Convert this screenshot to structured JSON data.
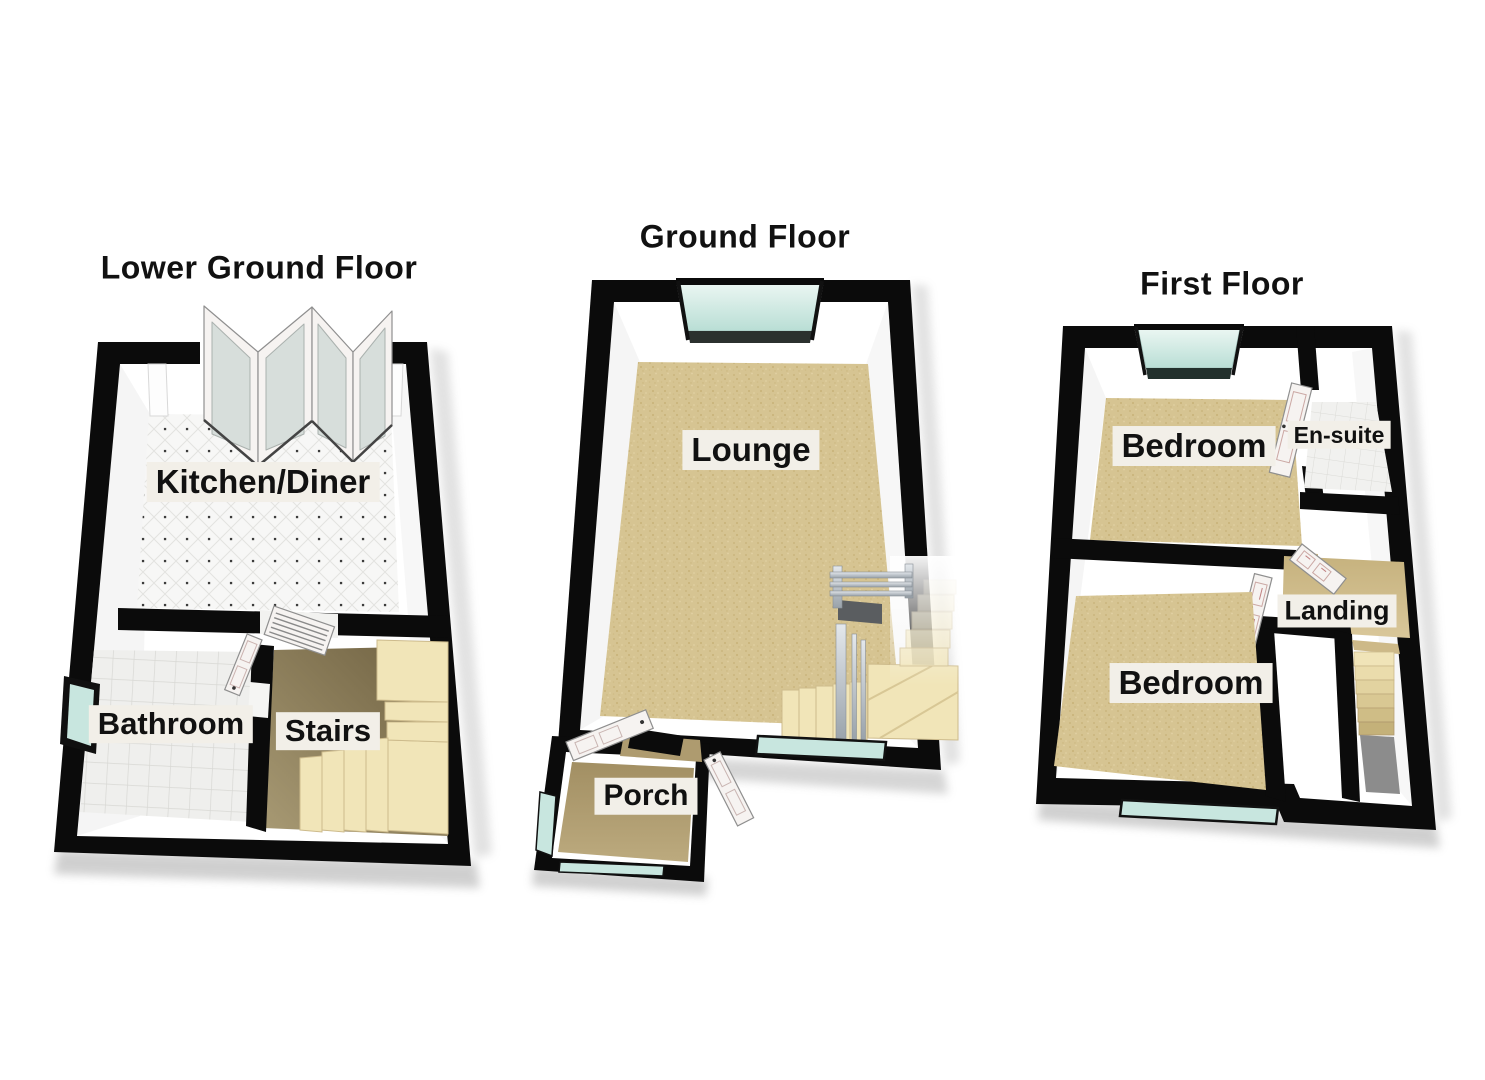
{
  "floors": [
    {
      "title": "Lower Ground Floor",
      "rooms": [
        {
          "name": "Kitchen/Diner"
        },
        {
          "name": "Bathroom"
        },
        {
          "name": "Stairs"
        }
      ]
    },
    {
      "title": "Ground Floor",
      "rooms": [
        {
          "name": "Lounge"
        },
        {
          "name": "Porch"
        }
      ]
    },
    {
      "title": "First Floor",
      "rooms": [
        {
          "name": "Bedroom"
        },
        {
          "name": "En-suite"
        },
        {
          "name": "Bedroom"
        },
        {
          "name": "Landing"
        }
      ]
    }
  ],
  "colors": {
    "wall": "#0B0B0B",
    "wall_face": "#FFFFFF",
    "carpet": "#D6C492",
    "kitchen_tile": "#F7F7F6",
    "bath_tile": "#EFEFED",
    "ensuite_tile": "#F1F1EF",
    "stairs_floor": "#8A7A52",
    "porch_floor": "#AE9B6F",
    "landing_floor": "#CDB988",
    "step": "#F1E5B8",
    "glass": "#C8E6DF",
    "door": "#F6F3F1",
    "railing": "#BFC4C9",
    "label_bg": "#F2EFE8",
    "text": "#111111",
    "background": "#FFFFFF"
  }
}
